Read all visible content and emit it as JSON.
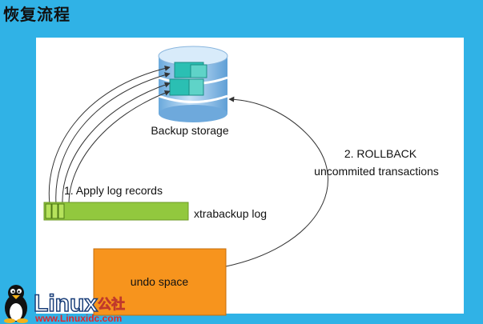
{
  "page": {
    "title": "恢复流程"
  },
  "diagram": {
    "storage_label": "Backup storage",
    "step1_label": "1. Apply log records",
    "step2_line1": "2. ROLLBACK",
    "step2_line2": "uncommited transactions",
    "log_label": "xtrabackup log",
    "undo_label": "undo space"
  },
  "watermark": {
    "brand": "Linux",
    "brand_suffix": "公社",
    "url": "www.Linuxidc.com"
  },
  "colors": {
    "background": "#30b2e6",
    "panel": "#ffffff",
    "cylinder": "#8ec3ea",
    "log_bar": "#92c83e",
    "undo_box": "#f7941d",
    "block": "#2bbfb3"
  }
}
